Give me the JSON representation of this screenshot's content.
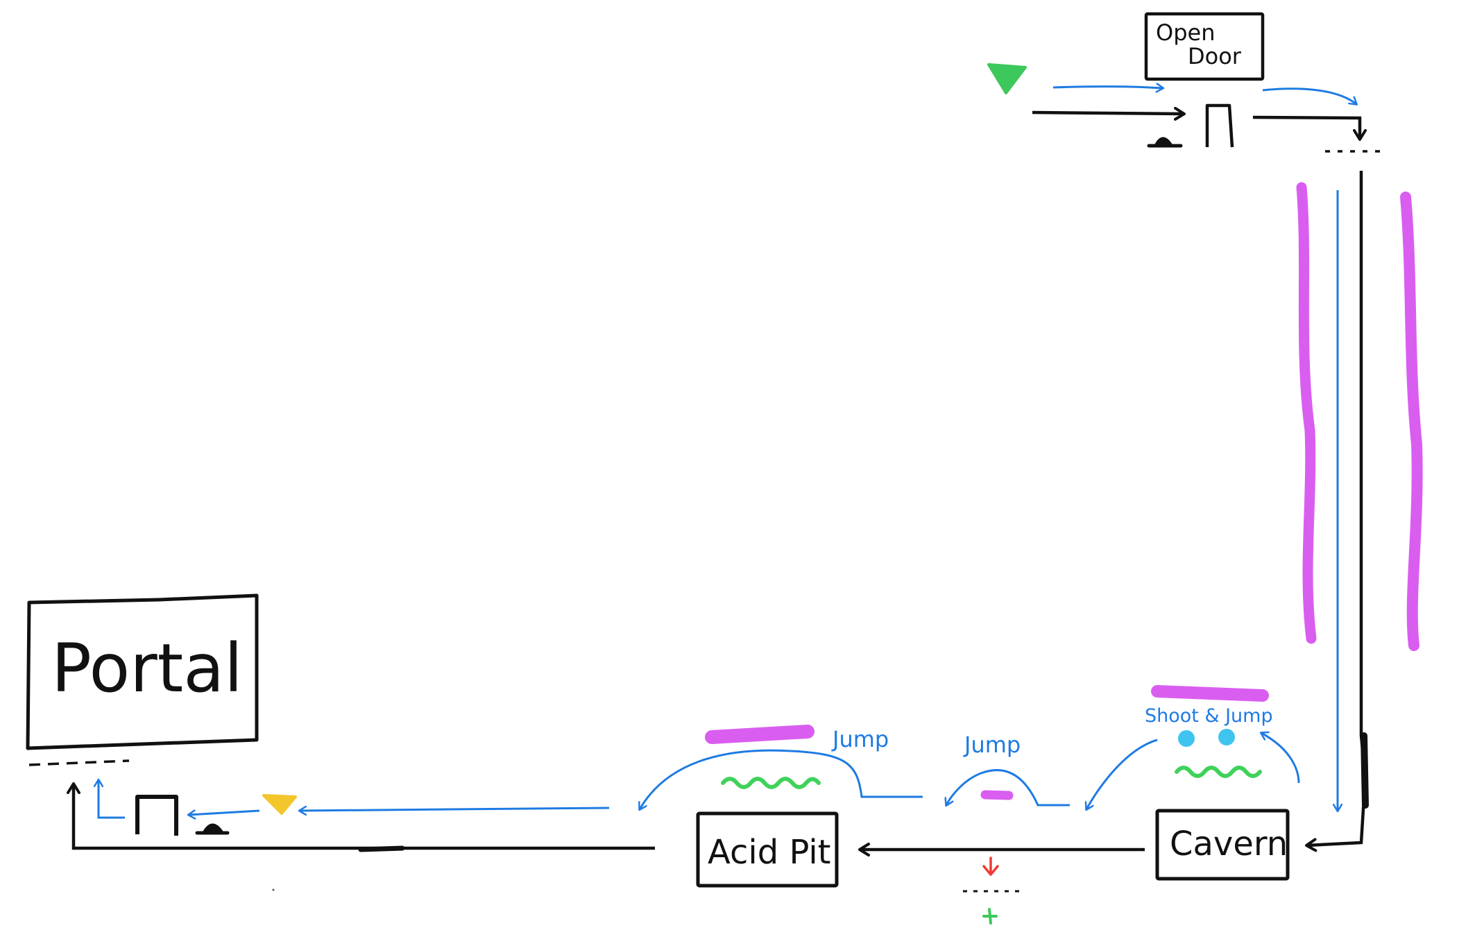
{
  "colors": {
    "ink": "#111111",
    "path_blue": "#1e7be3",
    "hazard_magenta": "#d95ef0",
    "acid_green": "#3fd25a",
    "spawn_green": "#3cc85a",
    "checkpoint_yellow": "#f3c62b",
    "enemy_cyan": "#3ec4ef",
    "death_red": "#ef3a35",
    "background": "#ffffff"
  },
  "rooms": {
    "open_door": {
      "line1": "Open",
      "line2": "Door"
    },
    "portal": "Portal",
    "acid_pit": "Acid Pit",
    "cavern": "Cavern"
  },
  "actions": {
    "jump_left": "Jump",
    "jump_middle": "Jump",
    "shoot_and_jump": "Shoot & Jump"
  },
  "symbols": {
    "spawn_marker": "triangle-icon",
    "checkpoint_marker": "triangle-icon",
    "button": "pressure-plate-icon",
    "door": "door-icon",
    "death_marker": "red-down-arrow-icon",
    "respawn_marker": "green-plus-icon",
    "enemy": "enemy-dot-icon"
  }
}
